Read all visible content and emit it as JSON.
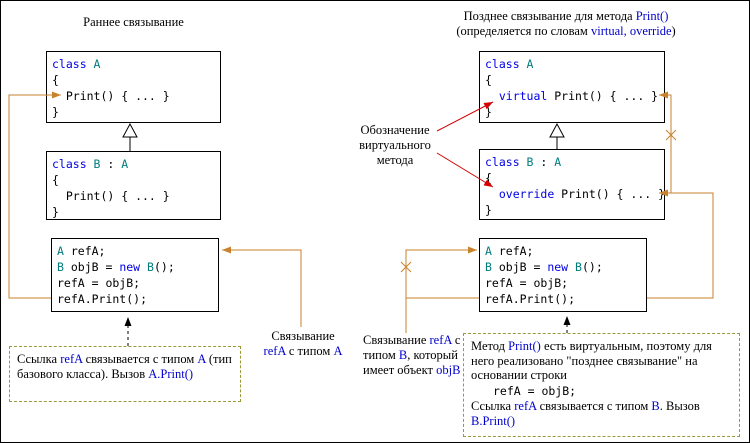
{
  "colors": {
    "keyword_blue": "#0000E6",
    "type_teal": "#007C7C",
    "emphasis_blue": "#0000CC",
    "arrow_orange": "#C8822D",
    "arrow_red": "#D40000",
    "dashed_border": "#99993A",
    "box_border": "#000000",
    "background": "#FFFFFF"
  },
  "left": {
    "title": [
      [
        {
          "t": "Раннее связывание",
          "c": "p"
        }
      ]
    ],
    "class_a": [
      [
        {
          "t": "class",
          "c": "k"
        },
        {
          "t": " A",
          "c": "y"
        }
      ],
      [
        {
          "t": "{",
          "c": "p"
        }
      ],
      [
        {
          "t": "  Print() { ... }",
          "c": "p"
        }
      ],
      [
        {
          "t": "}",
          "c": "p"
        }
      ]
    ],
    "class_b": [
      [
        {
          "t": "class",
          "c": "k"
        },
        {
          "t": " B",
          "c": "y"
        },
        {
          "t": " : ",
          "c": "p"
        },
        {
          "t": "A",
          "c": "y"
        }
      ],
      [
        {
          "t": "{",
          "c": "p"
        }
      ],
      [
        {
          "t": "  Print() { ... }",
          "c": "p"
        }
      ],
      [
        {
          "t": "}",
          "c": "p"
        }
      ]
    ],
    "code": [
      [
        {
          "t": "A",
          "c": "y"
        },
        {
          "t": " refA;",
          "c": "p"
        }
      ],
      [
        {
          "t": "B",
          "c": "y"
        },
        {
          "t": " objB = ",
          "c": "p"
        },
        {
          "t": "new",
          "c": "k"
        },
        {
          "t": " B",
          "c": "y"
        },
        {
          "t": "();",
          "c": "p"
        }
      ],
      [
        {
          "t": "refA = objB;",
          "c": "p"
        }
      ],
      [
        {
          "t": "refA.Print();",
          "c": "p"
        }
      ]
    ],
    "binding_label": [
      [
        {
          "t": "Связывание",
          "c": "p"
        }
      ],
      [
        {
          "t": "refA",
          "c": "b"
        },
        {
          "t": " с типом ",
          "c": "p"
        },
        {
          "t": "A",
          "c": "b"
        }
      ]
    ],
    "note": [
      [
        {
          "t": "Ссылка ",
          "c": "p"
        },
        {
          "t": "refA",
          "c": "b"
        },
        {
          "t": " связывается с типом ",
          "c": "p"
        },
        {
          "t": "A",
          "c": "b"
        },
        {
          "t": " (тип базового класса). Вызов ",
          "c": "p"
        },
        {
          "t": "A.Print()",
          "c": "b"
        }
      ]
    ]
  },
  "right": {
    "title": [
      [
        {
          "t": "Позднее связывание для метода ",
          "c": "p"
        },
        {
          "t": "Print()",
          "c": "b"
        }
      ],
      [
        {
          "t": "(определяется по словам ",
          "c": "p"
        },
        {
          "t": "virtual, override",
          "c": "b"
        },
        {
          "t": ")",
          "c": "p"
        }
      ]
    ],
    "class_a": [
      [
        {
          "t": "class",
          "c": "k"
        },
        {
          "t": " A",
          "c": "y"
        }
      ],
      [
        {
          "t": "{",
          "c": "p"
        }
      ],
      [
        {
          "t": "  ",
          "c": "p"
        },
        {
          "t": "virtual",
          "c": "k"
        },
        {
          "t": " Print() { ... }",
          "c": "p"
        }
      ],
      [
        {
          "t": "}",
          "c": "p"
        }
      ]
    ],
    "class_b": [
      [
        {
          "t": "class",
          "c": "k"
        },
        {
          "t": " B",
          "c": "y"
        },
        {
          "t": " : ",
          "c": "p"
        },
        {
          "t": "A",
          "c": "y"
        }
      ],
      [
        {
          "t": "{",
          "c": "p"
        }
      ],
      [
        {
          "t": "  ",
          "c": "p"
        },
        {
          "t": "override",
          "c": "k"
        },
        {
          "t": " Print() { ... }",
          "c": "p"
        }
      ],
      [
        {
          "t": "}",
          "c": "p"
        }
      ]
    ],
    "code": [
      [
        {
          "t": "A",
          "c": "y"
        },
        {
          "t": " refA;",
          "c": "p"
        }
      ],
      [
        {
          "t": "B",
          "c": "y"
        },
        {
          "t": " objB = ",
          "c": "p"
        },
        {
          "t": "new",
          "c": "k"
        },
        {
          "t": " B",
          "c": "y"
        },
        {
          "t": "();",
          "c": "p"
        }
      ],
      [
        {
          "t": "refA = objB;",
          "c": "p"
        }
      ],
      [
        {
          "t": "refA.Print();",
          "c": "p"
        }
      ]
    ],
    "virtual_label": [
      [
        {
          "t": "Обозначение",
          "c": "p"
        }
      ],
      [
        {
          "t": "виртуального",
          "c": "p"
        }
      ],
      [
        {
          "t": "метода",
          "c": "p"
        }
      ]
    ],
    "binding_label": [
      [
        {
          "t": "Связывание ",
          "c": "p"
        },
        {
          "t": "refA",
          "c": "b"
        },
        {
          "t": " с",
          "c": "p"
        }
      ],
      [
        {
          "t": "типом ",
          "c": "p"
        },
        {
          "t": "B",
          "c": "b"
        },
        {
          "t": ", который",
          "c": "p"
        }
      ],
      [
        {
          "t": "имеет объект ",
          "c": "p"
        },
        {
          "t": "objB",
          "c": "b"
        }
      ]
    ],
    "note": [
      [
        {
          "t": "Метод ",
          "c": "p"
        },
        {
          "t": "Print()",
          "c": "b"
        },
        {
          "t": " есть виртуальным, поэтому для него реализовано \"позднее связывание\" на основании строки",
          "c": "p"
        }
      ],
      [
        {
          "t": "refA = objB;",
          "c": "code"
        }
      ],
      [
        {
          "t": "Ссылка ",
          "c": "p"
        },
        {
          "t": "refA",
          "c": "b"
        },
        {
          "t": " связывается с типом ",
          "c": "p"
        },
        {
          "t": "B",
          "c": "b"
        },
        {
          "t": ". Вызов ",
          "c": "p"
        },
        {
          "t": "B.Print()",
          "c": "b"
        }
      ]
    ]
  }
}
